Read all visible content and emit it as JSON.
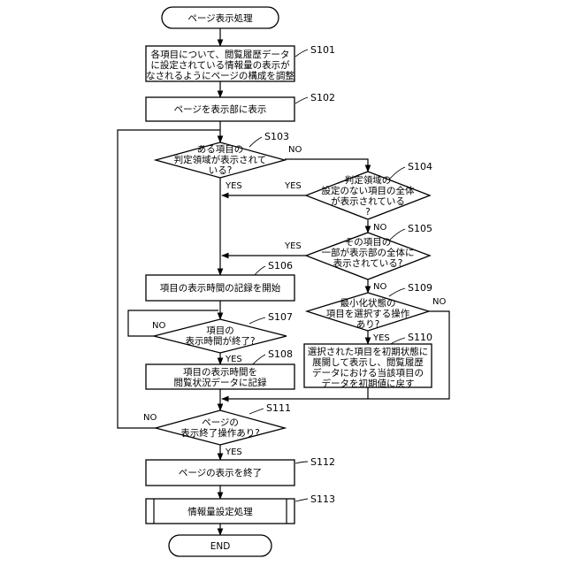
{
  "start_label": "ページ表示処理",
  "end_label": "END",
  "steps": {
    "s101": {
      "id": "S101",
      "lines": [
        "各項目について、閲覧履歴データ",
        "に設定されている情報量の表示が",
        "なされるようにページの構成を調整"
      ]
    },
    "s102": {
      "id": "S102",
      "lines": [
        "ページを表示部に表示"
      ]
    },
    "s103": {
      "id": "S103",
      "lines": [
        "ある項目の",
        "判定領域が表示されて",
        "いる?"
      ]
    },
    "s104": {
      "id": "S104",
      "lines": [
        "判定領域の",
        "設定のない項目の全体",
        "が表示されている",
        "?"
      ]
    },
    "s105": {
      "id": "S105",
      "lines": [
        "その項目の",
        "一部が表示部の全体に",
        "表示されている?"
      ]
    },
    "s106": {
      "id": "S106",
      "lines": [
        "項目の表示時間の記録を開始"
      ]
    },
    "s107": {
      "id": "S107",
      "lines": [
        "項目の",
        "表示時間が終了?"
      ]
    },
    "s108": {
      "id": "S108",
      "lines": [
        "項目の表示時間を",
        "閲覧状況データに記録"
      ]
    },
    "s109": {
      "id": "S109",
      "lines": [
        "最小化状態の",
        "項目を選択する操作",
        "あり?"
      ]
    },
    "s110": {
      "id": "S110",
      "lines": [
        "選択された項目を初期状態に",
        "展開して表示し、閲覧履歴",
        "データにおける当該項目の",
        "データを初期値に戻す"
      ]
    },
    "s111": {
      "id": "S111",
      "lines": [
        "ページの",
        "表示終了操作あり?"
      ]
    },
    "s112": {
      "id": "S112",
      "lines": [
        "ページの表示を終了"
      ]
    },
    "s113": {
      "id": "S113",
      "lines": [
        "情報量設定処理"
      ]
    }
  },
  "branch_labels": {
    "yes": "YES",
    "no": "NO"
  }
}
